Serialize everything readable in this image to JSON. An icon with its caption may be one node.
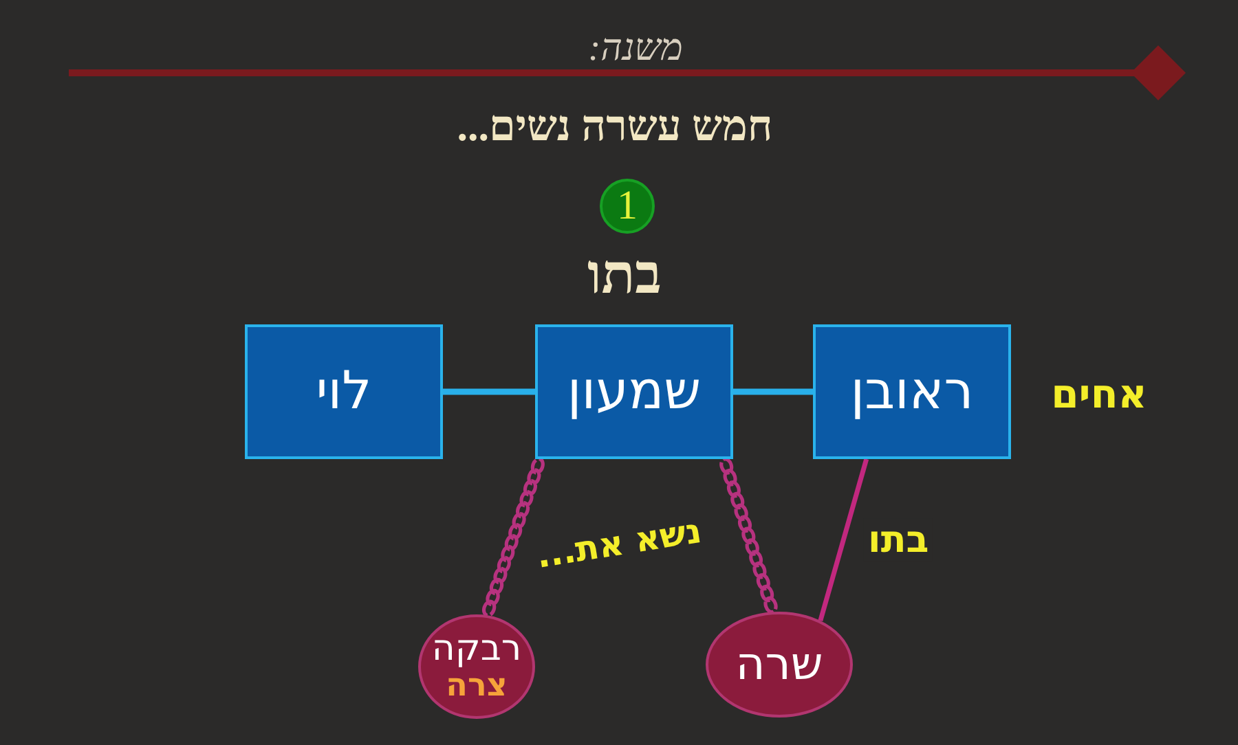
{
  "diagram": {
    "title": "חמש עשרה נשים...",
    "nodes": [
      {
        "text": [
          "ראובן"
        ]
      },
      {
        "text": [
          "שמעון"
        ]
      },
      {
        "text": [
          "לוי"
        ]
      },
      {
        "text": [
          "שרה"
        ]
      },
      {
        "text": [
          "רבקה",
          "צרה"
        ]
      }
    ],
    "edges": [
      {
        "from": 0,
        "to": 1,
        "arrow": "none",
        "color": "#29b0ea"
      },
      {
        "from": 1,
        "to": 2,
        "arrow": "none",
        "color": "#29b0ea"
      },
      {
        "from": 1,
        "to": 4,
        "arrow": "none",
        "style": "dashed",
        "color": "#b7327f"
      },
      {
        "from": 1,
        "to": 3,
        "arrow": "none",
        "style": "dashed",
        "color": "#b7327f"
      },
      {
        "from": 0,
        "to": 3,
        "arrow": "none",
        "label": "בתו",
        "color": "#c2287f"
      }
    ],
    "labels": [
      "משנה:",
      "1",
      "בתו",
      "אחים",
      "נשא את..."
    ]
  }
}
